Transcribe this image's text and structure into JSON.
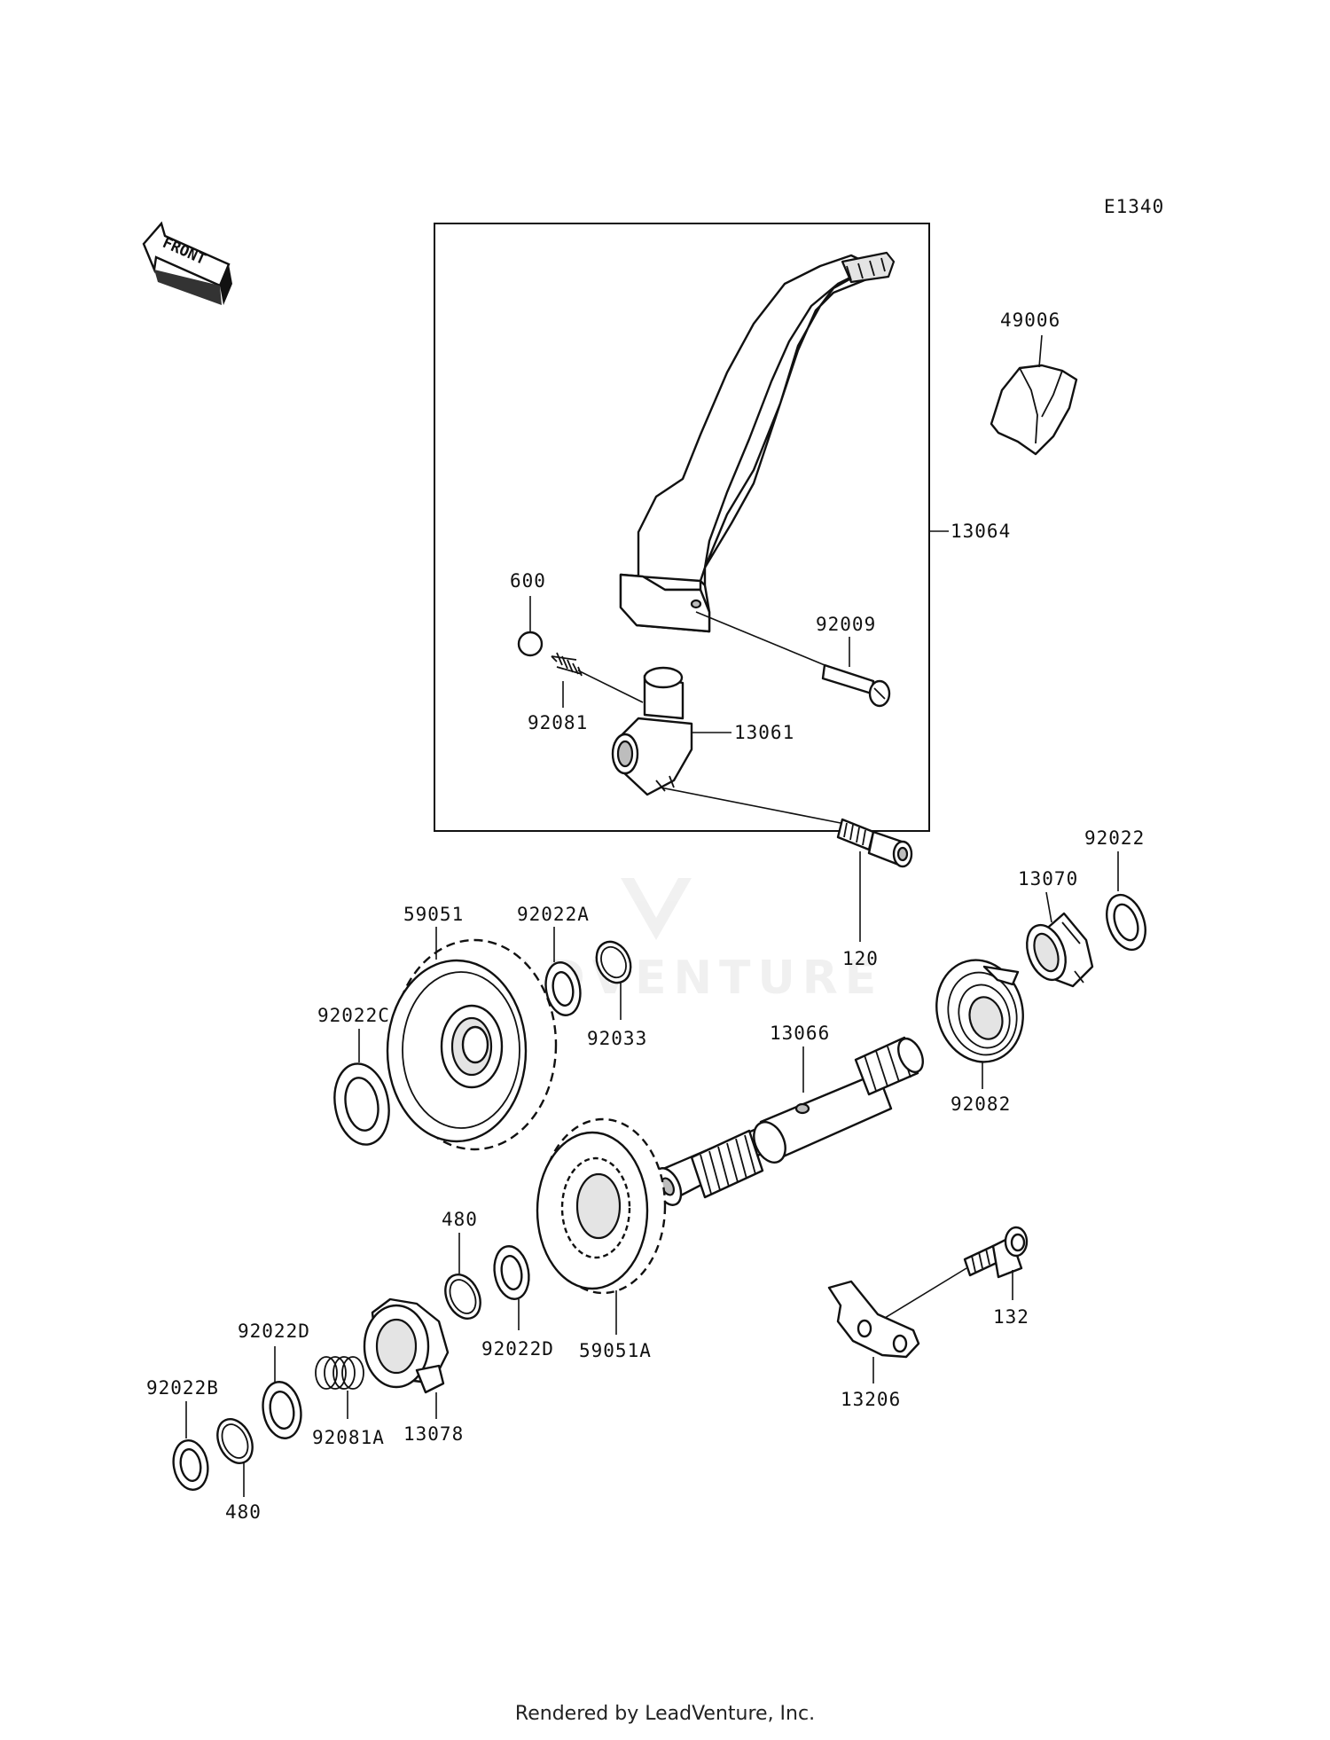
{
  "diagram_code": "E1340",
  "front_indicator": "FRONT",
  "watermark": "LEADVENTURE",
  "footer": "Rendered by LeadVenture, Inc.",
  "parts": {
    "p49006": "49006",
    "p13064": "13064",
    "p600": "600",
    "p92009": "92009",
    "p92081": "92081",
    "p13061": "13061",
    "p120": "120",
    "p92022": "92022",
    "p13070": "13070",
    "p59051": "59051",
    "p92022A": "92022A",
    "p92022C": "92022C",
    "p92033": "92033",
    "p13066": "13066",
    "p92082": "92082",
    "p480a": "480",
    "p92022D_left": "92022D",
    "p92022D_right": "92022D",
    "p59051A": "59051A",
    "p132": "132",
    "p92022B": "92022B",
    "p92081A": "92081A",
    "p13078": "13078",
    "p13206": "13206",
    "p480b": "480"
  }
}
